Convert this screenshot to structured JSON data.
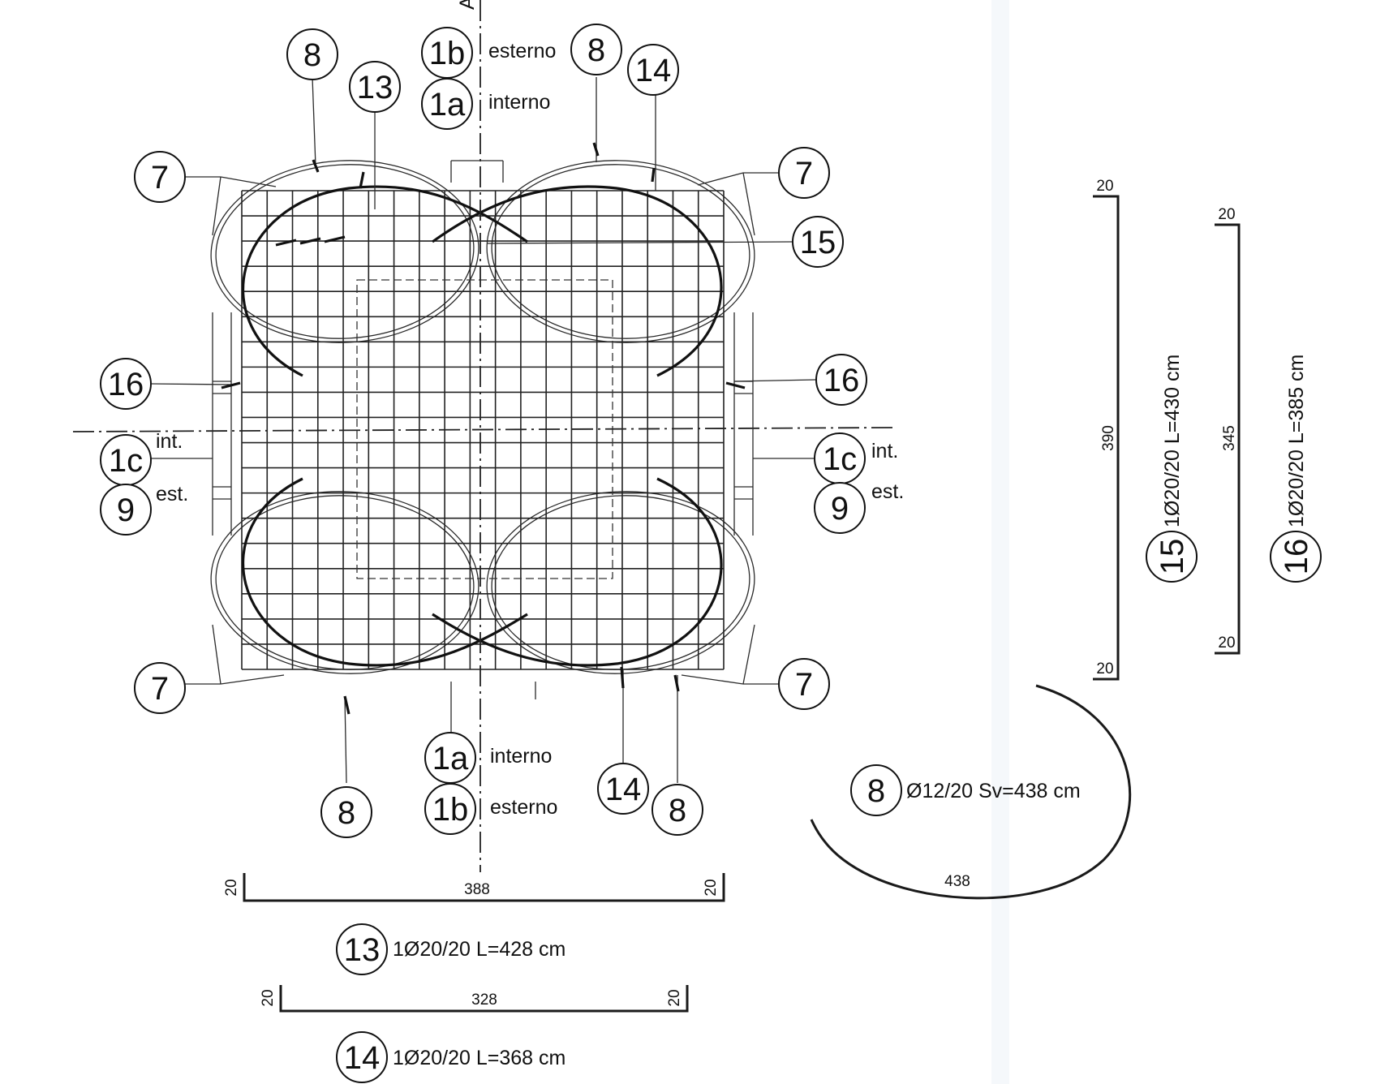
{
  "axis_label": "A",
  "marks": {
    "top_8_left": "8",
    "top_13": "13",
    "top_1b": "1b",
    "top_1a": "1a",
    "top_8_right": "8",
    "top_14": "14",
    "top_7_left": "7",
    "top_7_right": "7",
    "right_15": "15",
    "left_16": "16",
    "right_16": "16",
    "left_1c": "1c",
    "left_9": "9",
    "right_1c": "1c",
    "right_9": "9",
    "bottom_7_left": "7",
    "bottom_7_right": "7",
    "bottom_1a": "1a",
    "bottom_1b": "1b",
    "bottom_14": "14",
    "bottom_8_left": "8",
    "bottom_8_right": "8"
  },
  "labels": {
    "top_esterno": "esterno",
    "top_interno": "interno",
    "bottom_interno": "interno",
    "bottom_esterno": "esterno",
    "left_int": "int.",
    "left_est": "est.",
    "right_int": "int.",
    "right_est": "est."
  },
  "bars": {
    "b13": {
      "mark": "13",
      "spec": "1Ø20/20  L=428 cm",
      "dim_main": "388",
      "dim_left": "20",
      "dim_right": "20"
    },
    "b14": {
      "mark": "14",
      "spec": "1Ø20/20  L=368 cm",
      "dim_main": "328",
      "dim_left": "20",
      "dim_right": "20"
    },
    "b15": {
      "mark": "15",
      "spec": "1Ø20/20  L=430 cm",
      "dim_main": "390",
      "dim_top": "20",
      "dim_bottom": "20"
    },
    "b16": {
      "mark": "16",
      "spec": "1Ø20/20  L=385 cm",
      "dim_main": "345",
      "dim_top": "20",
      "dim_bottom": "20"
    },
    "b8": {
      "mark": "8",
      "spec": "Ø12/20  Sv=438 cm",
      "dim_main": "438"
    }
  },
  "colors": {
    "ink": "#111111",
    "scan_band": "#eef3f9"
  }
}
